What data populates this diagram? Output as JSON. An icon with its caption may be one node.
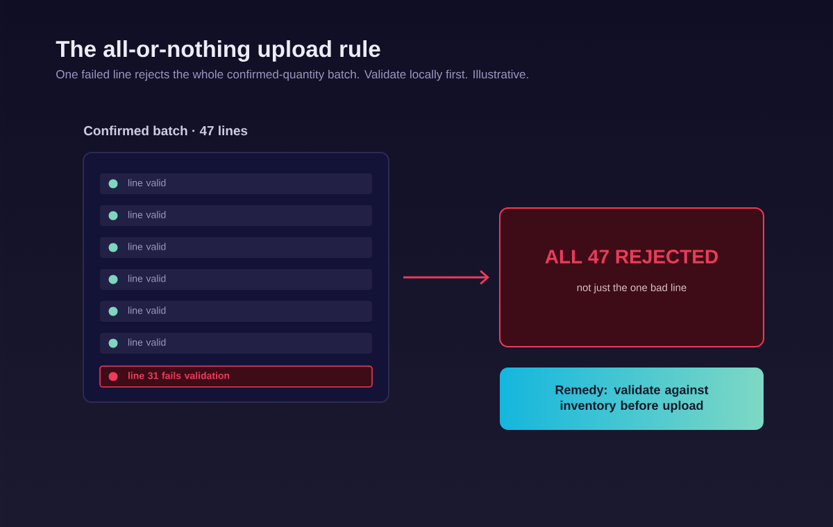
{
  "diagram": {
    "title": "The all-or-nothing upload rule",
    "caption": "One failed line rejects the whole confirmed-quantity batch. Validate locally first. Illustrative.",
    "nodes": [
      {
        "text": [
          "Confirmed batch · 47 lines"
        ]
      },
      {
        "text": [
          "line valid"
        ],
        "in": 0
      },
      {
        "text": [
          "line valid"
        ],
        "in": 0
      },
      {
        "text": [
          "line valid"
        ],
        "in": 0
      },
      {
        "text": [
          "line valid"
        ],
        "in": 0
      },
      {
        "text": [
          "line valid"
        ],
        "in": 0
      },
      {
        "text": [
          "line valid"
        ],
        "in": 0
      },
      {
        "text": [
          "line 31 fails validation"
        ],
        "in": 0
      },
      {
        "text": [
          "ALL 47 REJECTED",
          "not just the one bad line"
        ]
      },
      {
        "text": [
          "Remedy: validate against inventory before upload"
        ]
      }
    ],
    "edges": [
      {
        "from": 0,
        "to": 8,
        "arrow": "to"
      }
    ]
  }
}
